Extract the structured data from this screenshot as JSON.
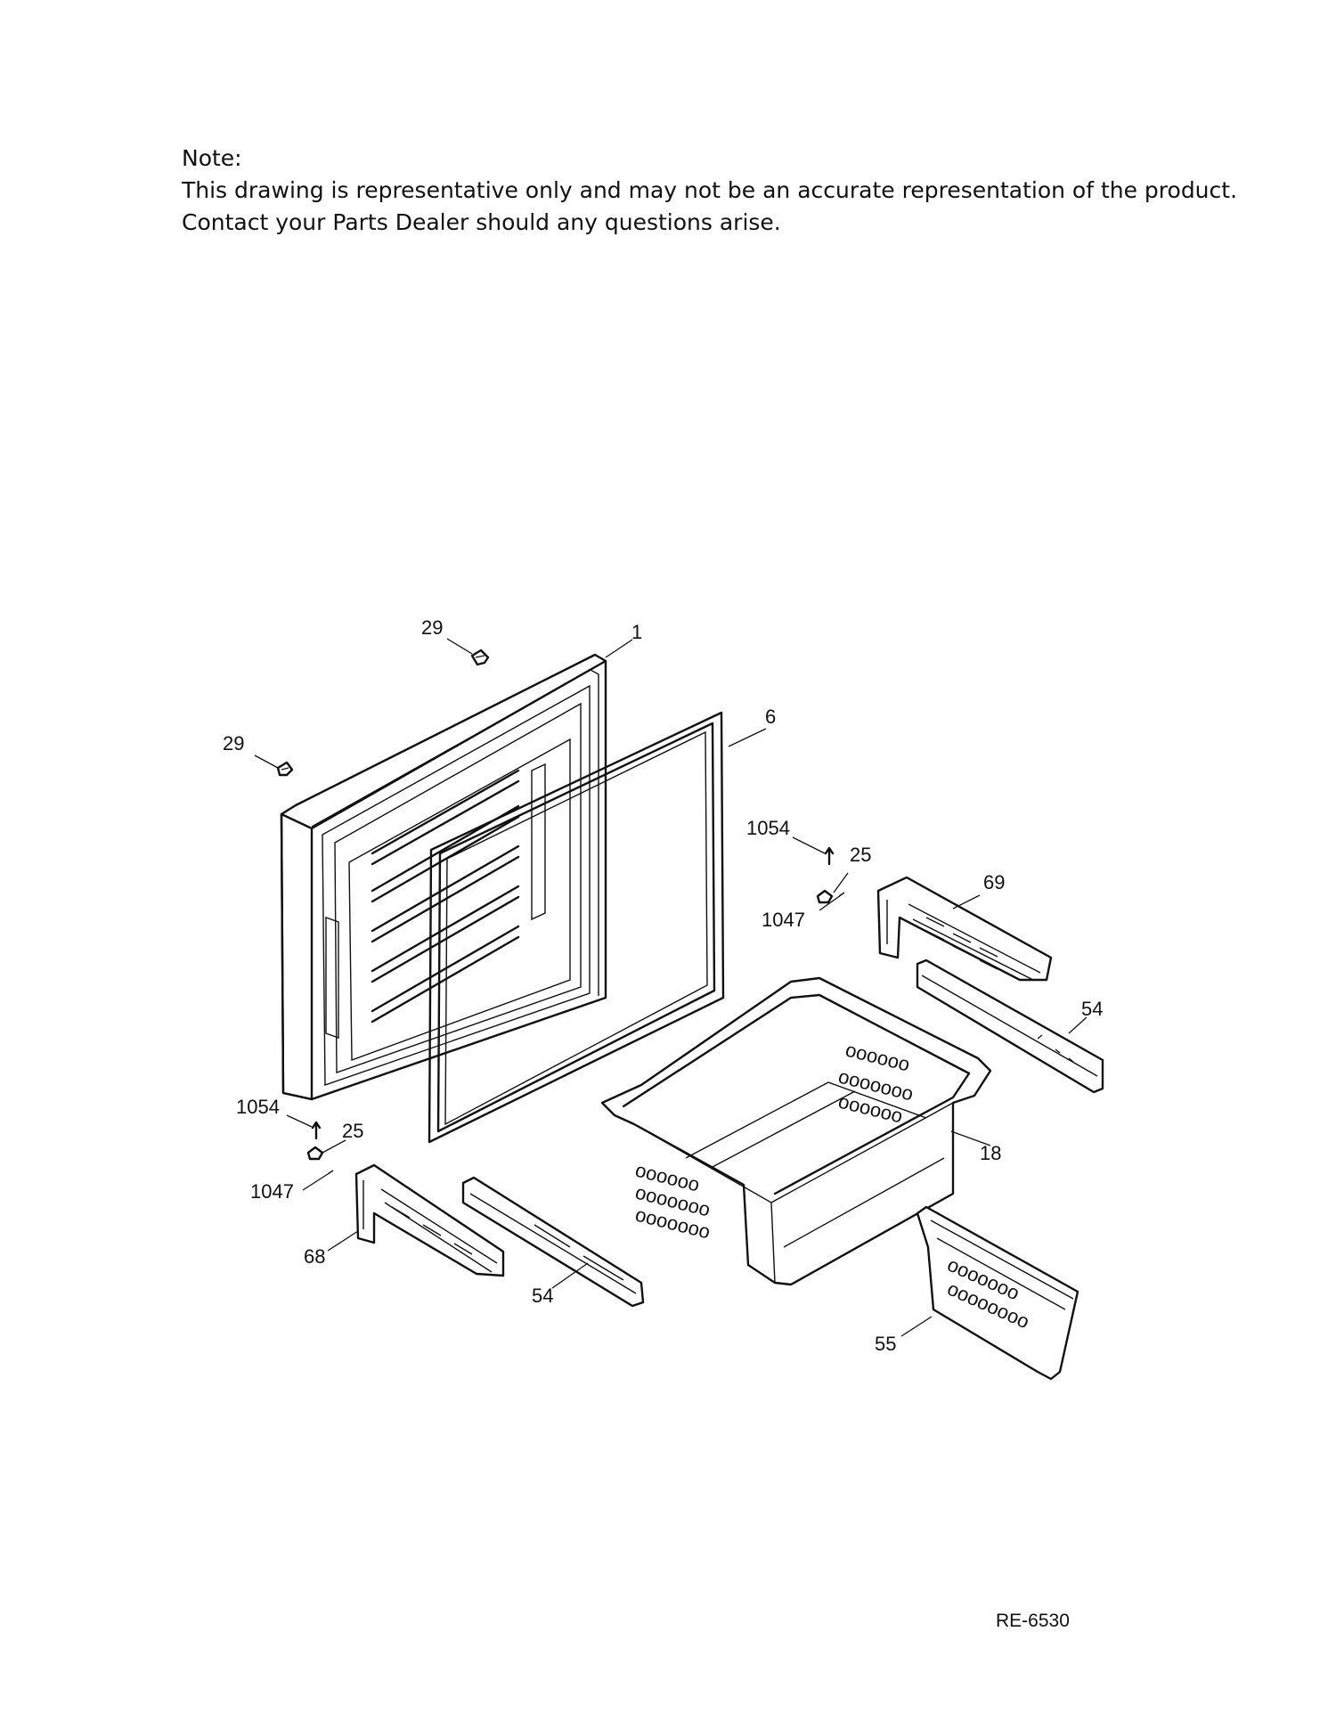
{
  "note": {
    "heading": "Note:",
    "line1": "This drawing is representative only and may not be an accurate representation of the product.",
    "line2": "Contact your Parts Dealer should any questions arise."
  },
  "callouts": [
    {
      "id": "c-29a",
      "label": "29"
    },
    {
      "id": "c-1",
      "label": "1"
    },
    {
      "id": "c-29b",
      "label": "29"
    },
    {
      "id": "c-6",
      "label": "6"
    },
    {
      "id": "c-1054a",
      "label": "1054"
    },
    {
      "id": "c-25a",
      "label": "25"
    },
    {
      "id": "c-69",
      "label": "69"
    },
    {
      "id": "c-1047a",
      "label": "1047"
    },
    {
      "id": "c-54a",
      "label": "54"
    },
    {
      "id": "c-18",
      "label": "18"
    },
    {
      "id": "c-1054b",
      "label": "1054"
    },
    {
      "id": "c-25b",
      "label": "25"
    },
    {
      "id": "c-1047b",
      "label": "1047"
    },
    {
      "id": "c-68",
      "label": "68"
    },
    {
      "id": "c-54b",
      "label": "54"
    },
    {
      "id": "c-55",
      "label": "55"
    }
  ],
  "document_id": "RE-6530"
}
